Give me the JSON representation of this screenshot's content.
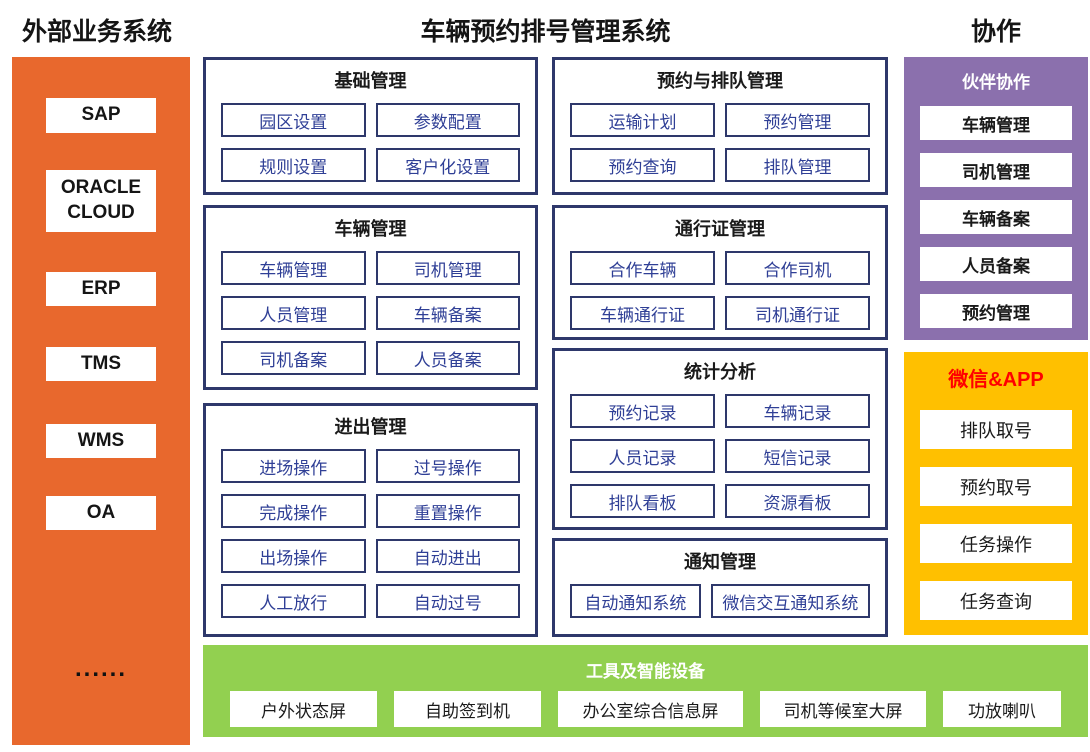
{
  "header": {
    "left_title": "外部业务系统",
    "center_title": "车辆预约排号管理系统",
    "right_title": "协作"
  },
  "external_systems": {
    "items": [
      "SAP",
      "ORACLE CLOUD",
      "ERP",
      "TMS",
      "WMS",
      "OA"
    ],
    "more": "......"
  },
  "modules": {
    "basic": {
      "title": "基础管理",
      "items": [
        "园区设置",
        "参数配置",
        "规则设置",
        "客户化设置"
      ]
    },
    "vehicle": {
      "title": "车辆管理",
      "items": [
        "车辆管理",
        "司机管理",
        "人员管理",
        "车辆备案",
        "司机备案",
        "人员备案"
      ]
    },
    "inout": {
      "title": "进出管理",
      "items": [
        "进场操作",
        "过号操作",
        "完成操作",
        "重置操作",
        "出场操作",
        "自动进出",
        "人工放行",
        "自动过号"
      ]
    },
    "reservation": {
      "title": "预约与排队管理",
      "items": [
        "运输计划",
        "预约管理",
        "预约查询",
        "排队管理"
      ]
    },
    "pass": {
      "title": "通行证管理",
      "items": [
        "合作车辆",
        "合作司机",
        "车辆通行证",
        "司机通行证"
      ]
    },
    "stats": {
      "title": "统计分析",
      "items": [
        "预约记录",
        "车辆记录",
        "人员记录",
        "短信记录",
        "排队看板",
        "资源看板"
      ]
    },
    "notify": {
      "title": "通知管理",
      "items": [
        "自动通知系统",
        "微信交互通知系统"
      ]
    }
  },
  "partner": {
    "title": "伙伴协作",
    "items": [
      "车辆管理",
      "司机管理",
      "车辆备案",
      "人员备案",
      "预约管理"
    ]
  },
  "wechat_app": {
    "title": "微信&APP",
    "items": [
      "排队取号",
      "预约取号",
      "任务操作",
      "任务查询"
    ]
  },
  "devices": {
    "title": "工具及智能设备",
    "items": [
      "户外状态屏",
      "自助签到机",
      "办公室综合信息屏",
      "司机等候室大屏",
      "功放喇叭"
    ]
  },
  "colors": {
    "orange": "#E8682D",
    "navy_border": "#2E386B",
    "navy_text": "#2F3F96",
    "purple": "#8B70AD",
    "yellow": "#FFC000",
    "red_accent": "#FF0000",
    "green": "#92D050"
  }
}
